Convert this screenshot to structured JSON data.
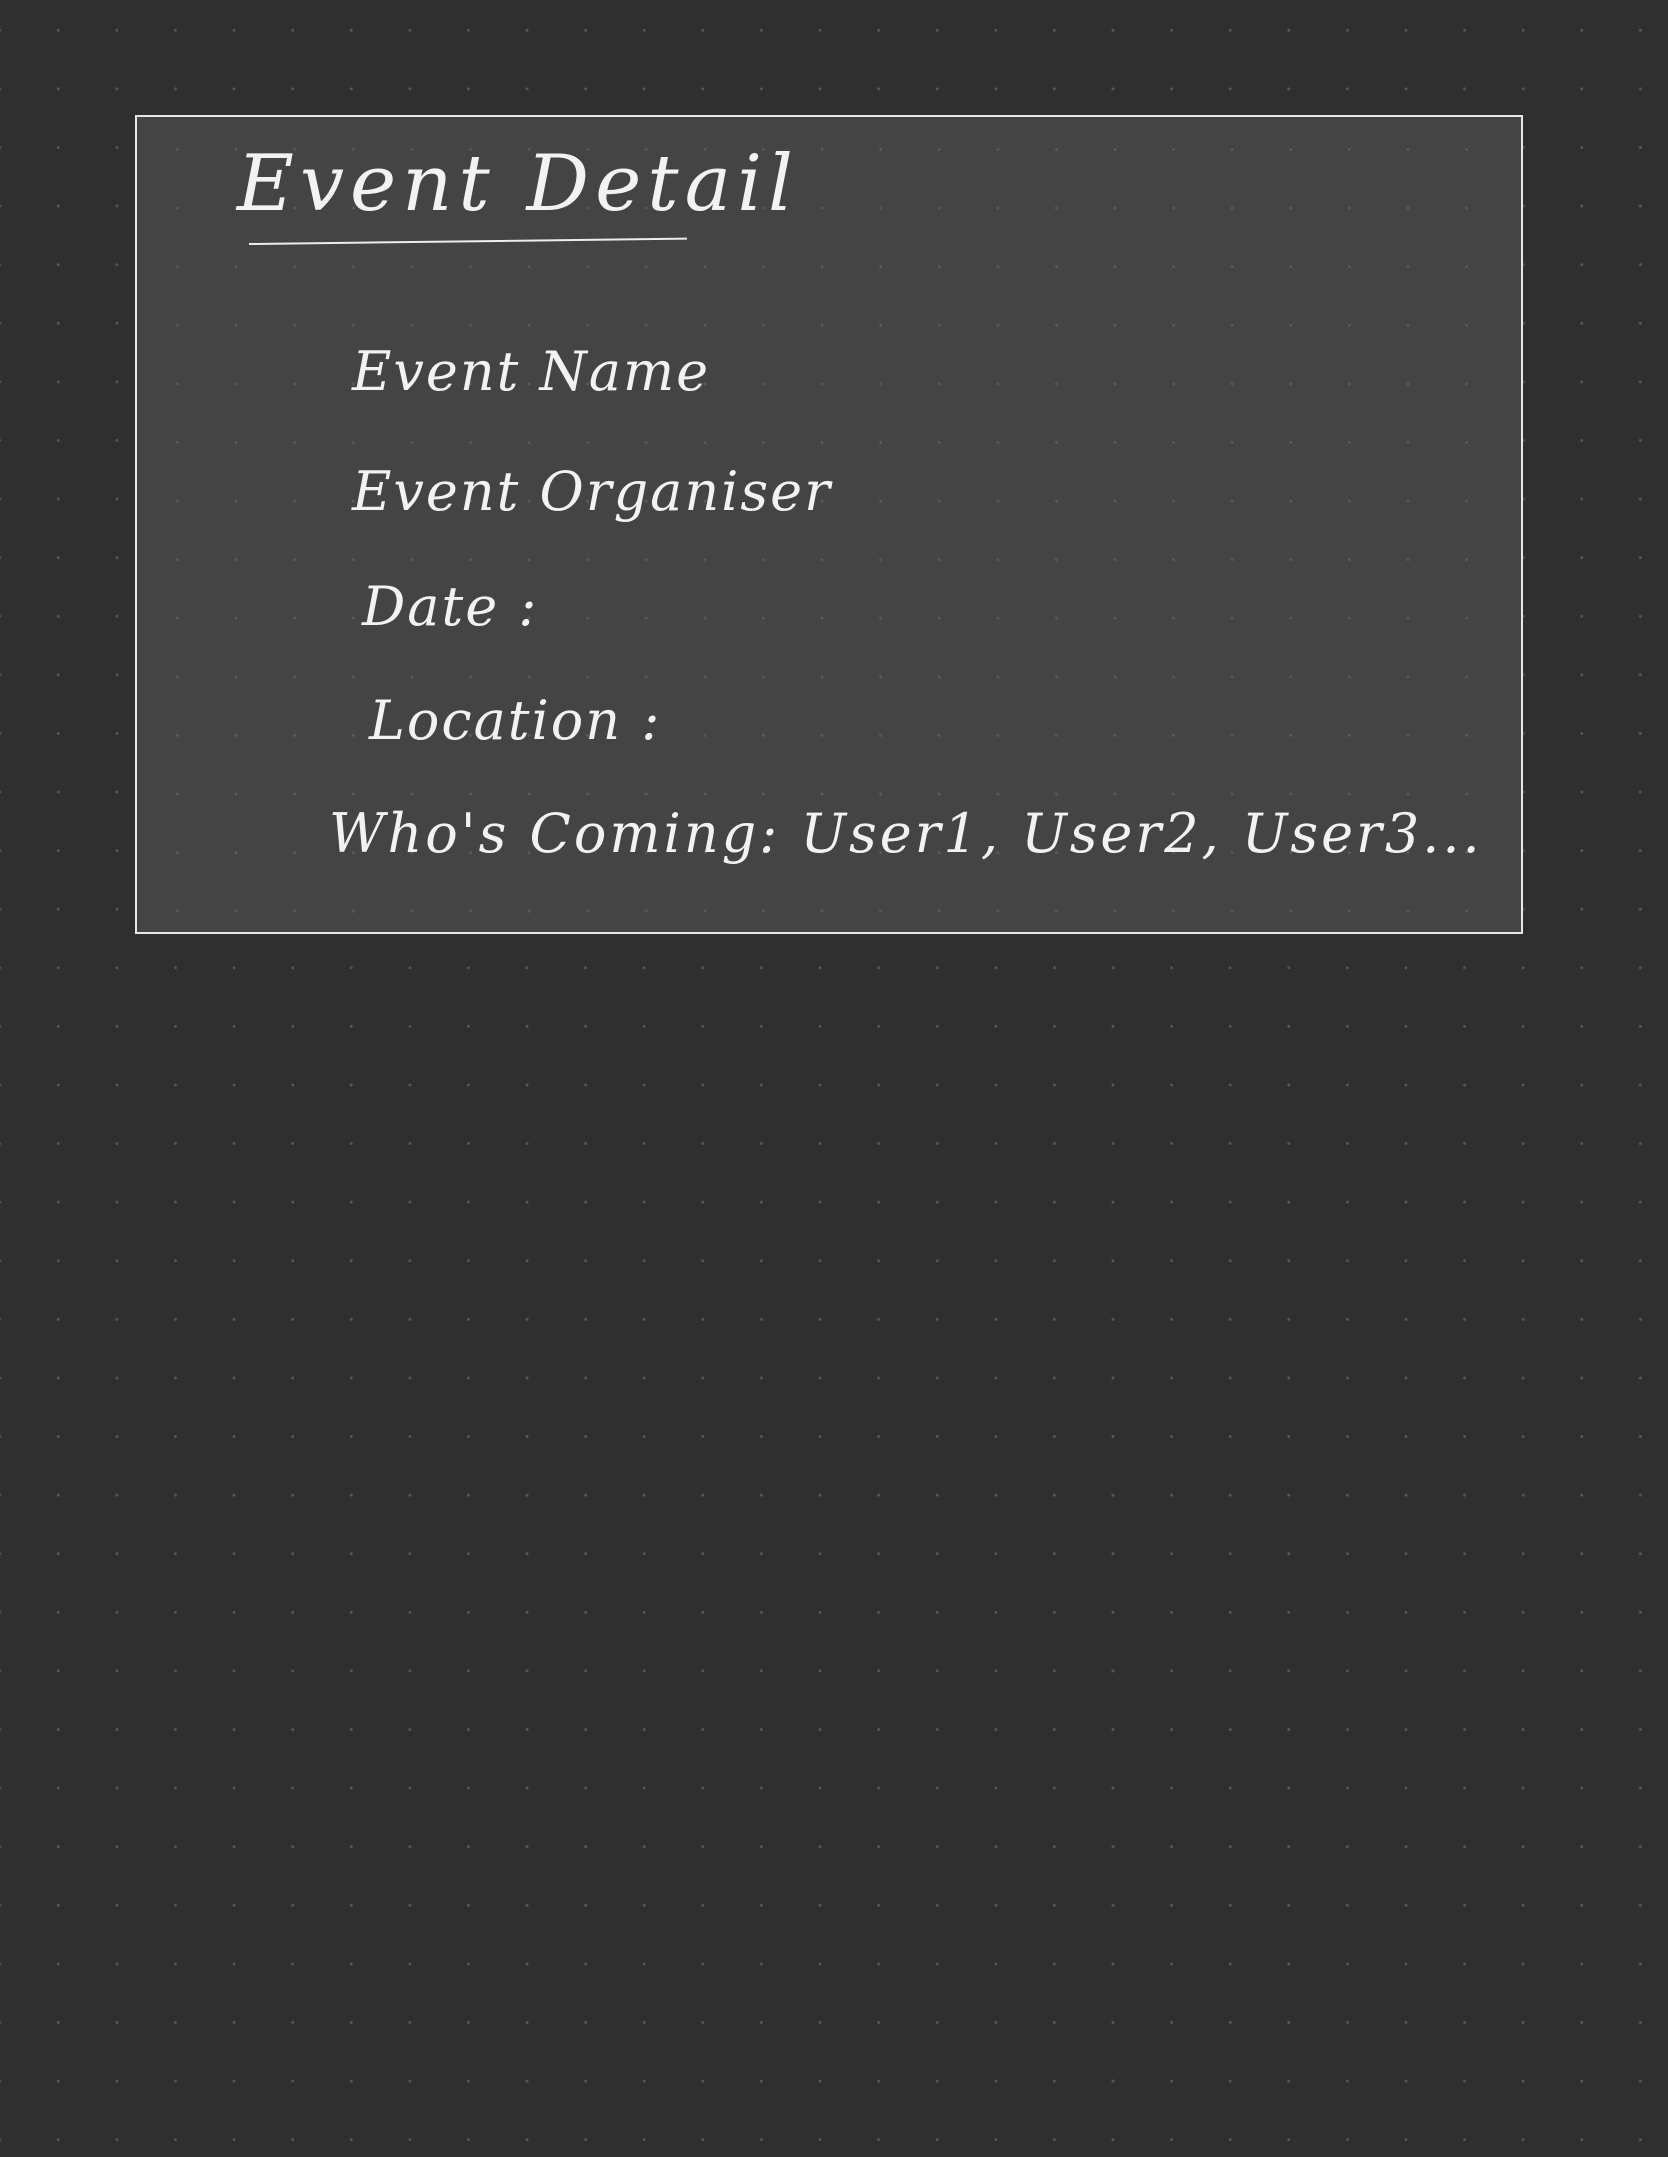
{
  "card": {
    "title": "Event Detail",
    "rows": [
      "Event Name",
      "Event Organiser",
      "Date :",
      "Location :",
      "Who's Coming: User1, User2, User3..."
    ]
  },
  "colors": {
    "canvas": "#2f2f2f",
    "card": "#444444",
    "ink": "#f2f2f2"
  }
}
